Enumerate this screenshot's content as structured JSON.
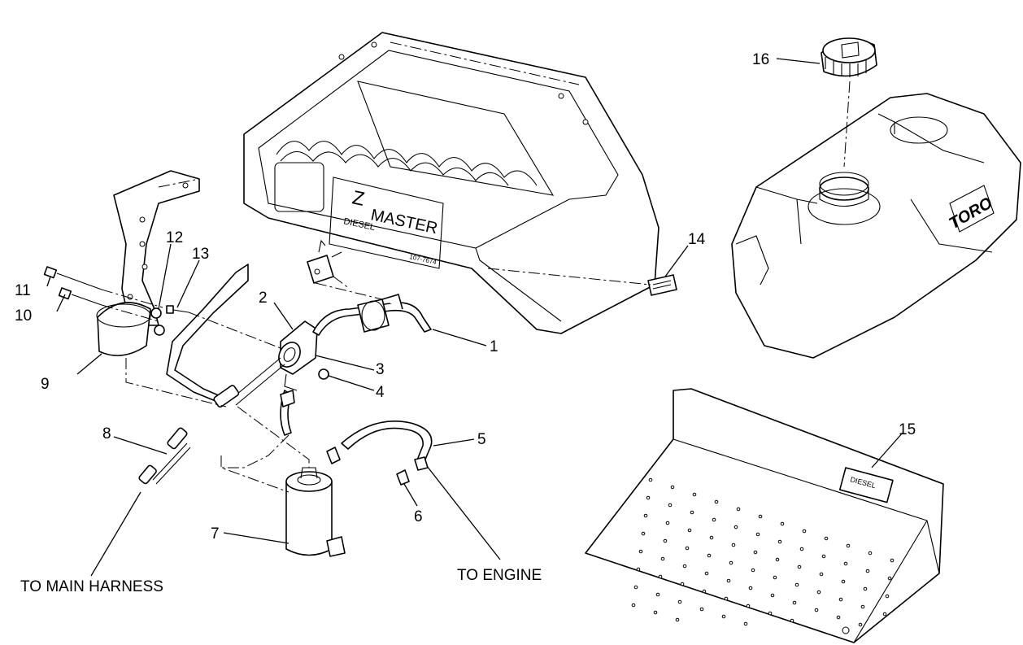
{
  "diagram": {
    "callouts": [
      {
        "id": "c1",
        "label": "1"
      },
      {
        "id": "c2",
        "label": "2"
      },
      {
        "id": "c3",
        "label": "3"
      },
      {
        "id": "c4",
        "label": "4"
      },
      {
        "id": "c5",
        "label": "5"
      },
      {
        "id": "c6",
        "label": "6"
      },
      {
        "id": "c7",
        "label": "7"
      },
      {
        "id": "c8",
        "label": "8"
      },
      {
        "id": "c9",
        "label": "9"
      },
      {
        "id": "c10",
        "label": "10"
      },
      {
        "id": "c11",
        "label": "11"
      },
      {
        "id": "c12",
        "label": "12"
      },
      {
        "id": "c13",
        "label": "13"
      },
      {
        "id": "c14",
        "label": "14"
      },
      {
        "id": "c15",
        "label": "15"
      },
      {
        "id": "c16",
        "label": "16"
      }
    ],
    "destinations": {
      "main_harness": "TO MAIN HARNESS",
      "engine": "TO ENGINE"
    },
    "decals": {
      "hood_z": "Z",
      "hood_master": "MASTER",
      "hood_diesel": "DIESEL",
      "hood_part_no": "107-7674",
      "tank_brand": "TORO",
      "shield_decal": "DIESEL"
    }
  }
}
